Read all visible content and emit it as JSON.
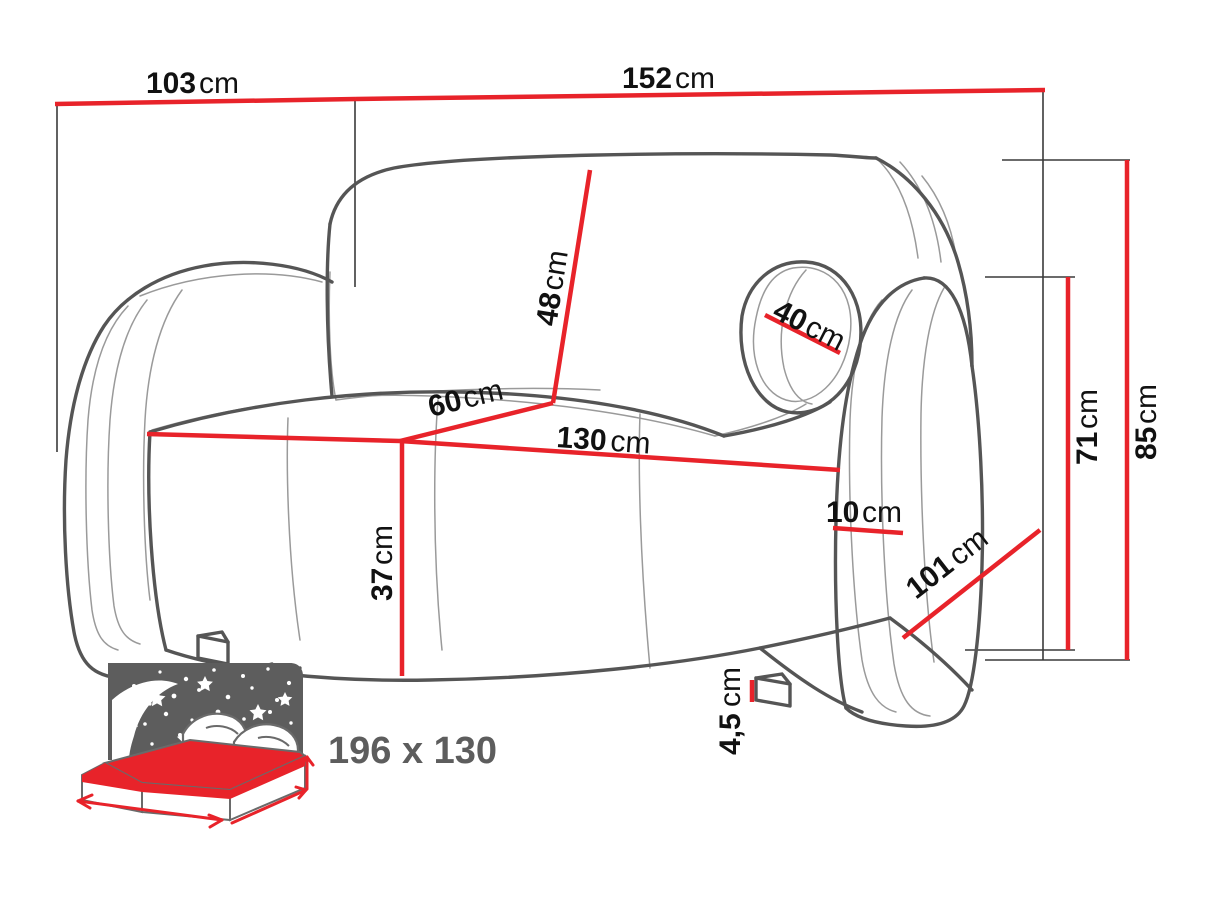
{
  "diagram": {
    "title": "Sofa bed dimension diagram",
    "colors": {
      "dimension_line": "#e8232a",
      "outline_dark": "#555555",
      "outline_light": "#8a8a8a",
      "extension_line": "#3a3a3a",
      "label_text": "#111111",
      "bed_label_text": "#5d5d5d",
      "night_sky": "#5d5d5d",
      "mattress_red": "#e8232a",
      "background": "#ffffff"
    },
    "unit": "cm"
  },
  "dimensions": {
    "depth_overall": {
      "value": "103",
      "unit": "cm",
      "name": "overall-depth"
    },
    "width_overall": {
      "value": "152",
      "unit": "cm",
      "name": "overall-width"
    },
    "backrest_height": {
      "value": "48",
      "unit": "cm",
      "name": "backrest-height"
    },
    "bolster_length": {
      "value": "40",
      "unit": "cm",
      "name": "bolster-cushion-length"
    },
    "seat_depth": {
      "value": "60",
      "unit": "cm",
      "name": "seat-depth"
    },
    "seat_width": {
      "value": "130",
      "unit": "cm",
      "name": "seat-width"
    },
    "seat_height": {
      "value": "37",
      "unit": "cm",
      "name": "seat-height"
    },
    "armrest_width": {
      "value": "10",
      "unit": "cm",
      "name": "armrest-width"
    },
    "side_depth": {
      "value": "101",
      "unit": "cm",
      "name": "side-depth"
    },
    "total_height": {
      "value": "85",
      "unit": "cm",
      "name": "total-height"
    },
    "armrest_height": {
      "value": "71",
      "unit": "cm",
      "name": "armrest-height"
    },
    "leg_height": {
      "value": "4,5",
      "unit": "cm",
      "name": "leg-height"
    }
  },
  "sleeping_area": {
    "label": "196 x 130",
    "icon_name": "bed-mattress-icon"
  }
}
